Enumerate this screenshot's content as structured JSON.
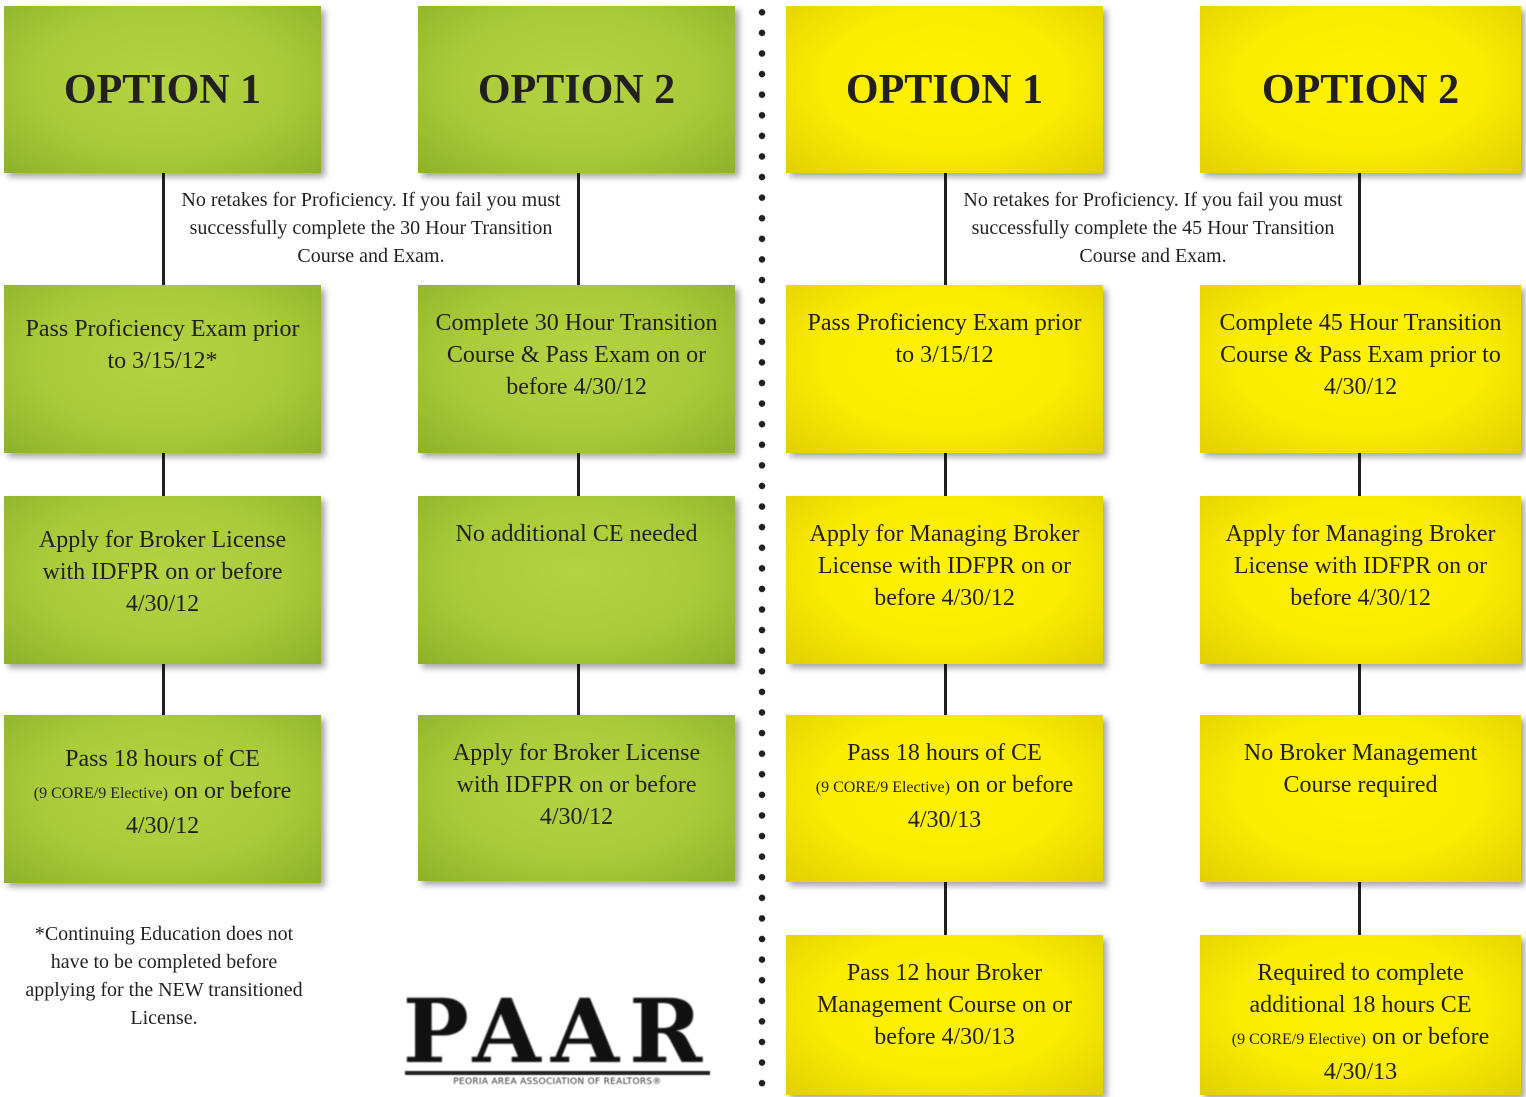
{
  "left": {
    "option1": {
      "header": "OPTION 1",
      "step1": "Pass Proficiency Exam prior to 3/15/12*",
      "step2": "Apply for Broker License with IDFPR on or before 4/30/12",
      "step3_a": "Pass 18 hours of CE",
      "step3_small": "(9 CORE/9 Elective)",
      "step3_b": " on or before 4/30/12"
    },
    "option2": {
      "header": "OPTION 2",
      "step1": "Complete 30 Hour Transition Course & Pass Exam on or before 4/30/12",
      "step2": "No additional CE needed",
      "step3": "Apply for Broker License with IDFPR on or before 4/30/12"
    },
    "note": "No retakes for Proficiency.  If you fail you must successfully complete the 30 Hour Transition Course and Exam.",
    "footnote": "*Continuing Education does not have to be completed before applying for the NEW transitioned License."
  },
  "right": {
    "option1": {
      "header": "OPTION 1",
      "step1": "Pass Proficiency Exam prior to 3/15/12",
      "step2": "Apply for Managing Broker License with IDFPR on or before 4/30/12",
      "step3_a": "Pass 18 hours of CE",
      "step3_small": "(9 CORE/9 Elective)",
      "step3_b": " on or before 4/30/13",
      "step4": "Pass 12 hour Broker Management Course on or before 4/30/13"
    },
    "option2": {
      "header": "OPTION 2",
      "step1": "Complete 45 Hour Transition Course & Pass Exam prior to 4/30/12",
      "step2": "Apply for Managing Broker License with IDFPR on or before 4/30/12",
      "step3": "No Broker Management Course required",
      "step4_a": "Required to complete additional 18 hours CE",
      "step4_small": "(9 CORE/9 Elective)",
      "step4_b": " on or before 4/30/13"
    },
    "note": "No retakes for Proficiency.  If you fail you must successfully complete the 45 Hour Transition Course and Exam."
  },
  "logo": {
    "text": "PAAR",
    "tagline": "PEORIA AREA ASSOCIATION OF REALTORS®"
  },
  "colors": {
    "green": "#a9cb39",
    "yellow": "#fff200",
    "text": "#231f20"
  }
}
